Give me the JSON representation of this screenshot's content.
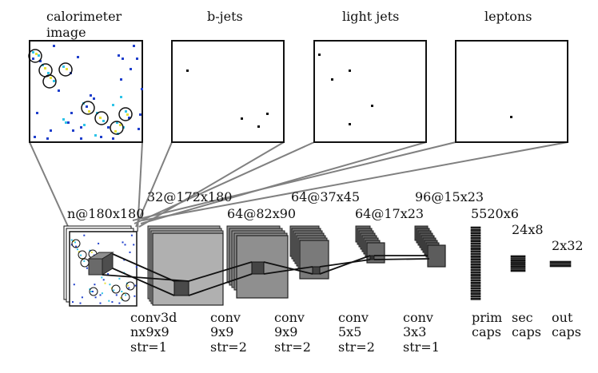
{
  "panels": {
    "calorimeter_title": [
      "calorimeter",
      "image"
    ],
    "bjets_title": "b-jets",
    "lightjets_title": "light jets",
    "leptons_title": "leptons"
  },
  "shapes": {
    "input": "n@180x180",
    "conv3d": "32@172x180",
    "conv2": "64@82x90",
    "conv3": "64@37x45",
    "conv4": "64@17x23",
    "conv5": "96@15x23",
    "prim_caps": "5520x6",
    "sec_caps": "24x8",
    "out_caps": "2x32"
  },
  "layers": [
    {
      "lines": [
        "conv3d",
        "nx9x9",
        "str=1"
      ]
    },
    {
      "lines": [
        "conv",
        "9x9",
        "str=2"
      ]
    },
    {
      "lines": [
        "conv",
        "9x9",
        "str=2"
      ]
    },
    {
      "lines": [
        "conv",
        "5x5",
        "str=2"
      ]
    },
    {
      "lines": [
        "conv",
        "3x3",
        "str=1"
      ]
    },
    {
      "lines": [
        "prim",
        "caps"
      ]
    },
    {
      "lines": [
        "sec",
        "caps"
      ]
    },
    {
      "lines": [
        "out",
        "caps"
      ]
    }
  ],
  "colors": {
    "gray_light": "#a9a9a9",
    "gray_mid": "#8c8c8c",
    "gray_dark": "#555555",
    "connector": "#808080",
    "hit_blue": "#1f3fcc",
    "hit_cyan": "#2fc4e8",
    "hit_yellow": "#e8e23a"
  }
}
